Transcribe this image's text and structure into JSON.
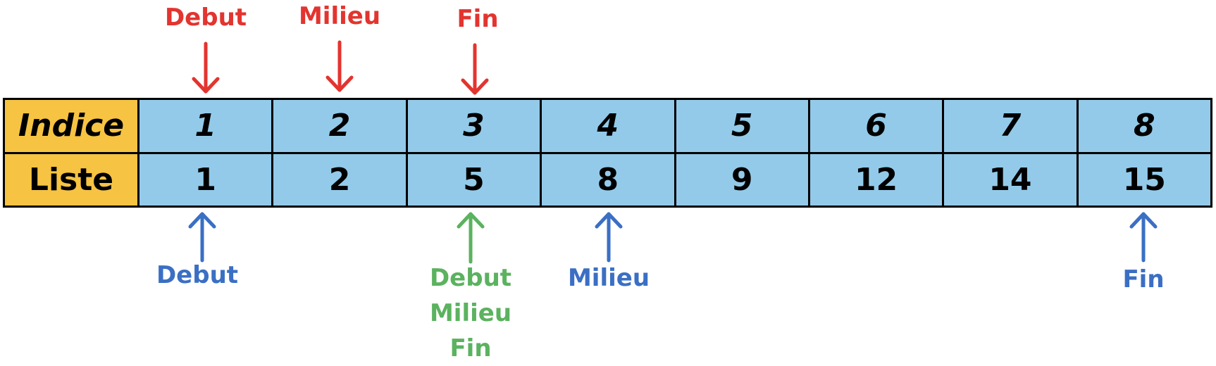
{
  "row_headers": {
    "index": "Indice",
    "list": "Liste"
  },
  "indices": [
    "1",
    "2",
    "3",
    "4",
    "5",
    "6",
    "7",
    "8"
  ],
  "values": [
    "1",
    "2",
    "5",
    "8",
    "9",
    "12",
    "14",
    "15"
  ],
  "colors": {
    "header_fill": "#f6c342",
    "cell_fill": "#93cae9",
    "step1_pointers": "#e3342f",
    "step2_pointers": "#3a6fc4",
    "step3_pointers": "#5bb25f"
  },
  "top_pointers": [
    {
      "text": "Debut",
      "column": 1
    },
    {
      "text": "Milieu",
      "column": 2
    },
    {
      "text": "Fin",
      "column": 3
    }
  ],
  "bottom_pointers_blue": [
    {
      "text": "Debut",
      "column": 1
    },
    {
      "text": "Milieu",
      "column": 4
    },
    {
      "text": "Fin",
      "column": 8
    }
  ],
  "bottom_pointer_green": {
    "column": 3,
    "lines": [
      "Debut",
      "Milieu",
      "Fin"
    ]
  }
}
